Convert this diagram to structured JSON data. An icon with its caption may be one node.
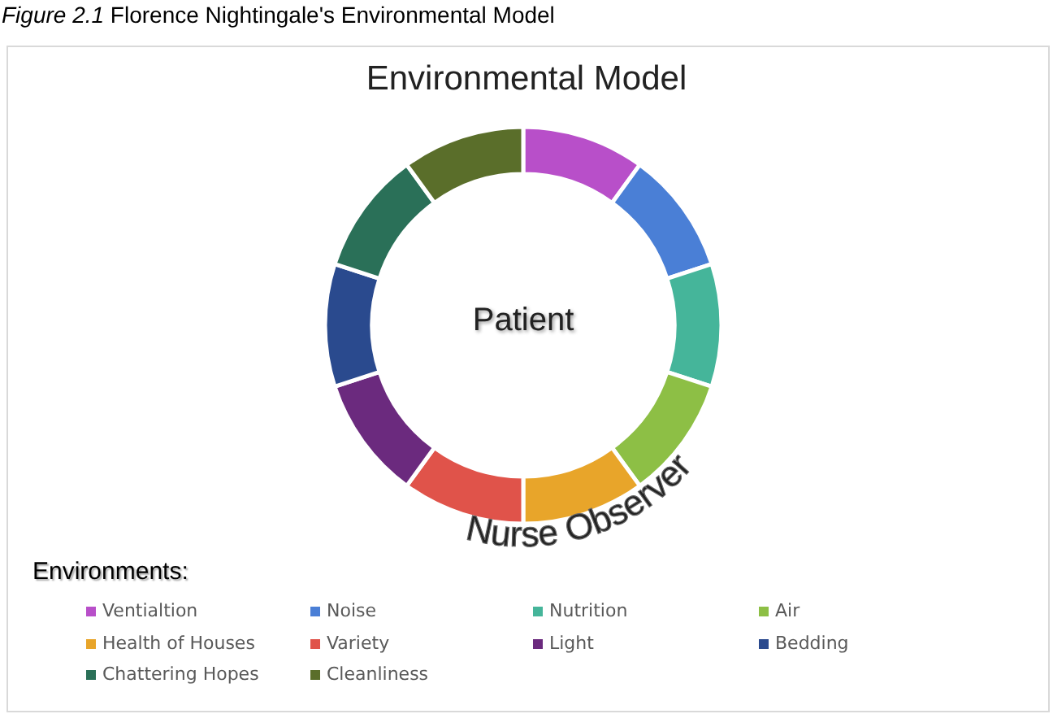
{
  "diagram": {
    "title": "*Figure 2.1* Florence Nightingale's Environmental Model",
    "labels": [
      "Environmental Model",
      "Patient",
      "Nurse Observer",
      "Environments:"
    ],
    "legend": [
      {
        "text": "Ventialtion",
        "color": "#b84fc9"
      },
      {
        "text": "Noise",
        "color": "#4a7fd6"
      },
      {
        "text": "Nutrition",
        "color": "#45b59a"
      },
      {
        "text": "Air",
        "color": "#8dbf45"
      },
      {
        "text": "Health of Houses",
        "color": "#e8a52a"
      },
      {
        "text": "Variety",
        "color": "#e0534a"
      },
      {
        "text": "Light",
        "color": "#6b2a7e"
      },
      {
        "text": "Bedding",
        "color": "#2a4a8e"
      },
      {
        "text": "Chattering Hopes",
        "color": "#2a7058"
      },
      {
        "text": "Cleanliness",
        "color": "#5a6e2a"
      }
    ]
  }
}
